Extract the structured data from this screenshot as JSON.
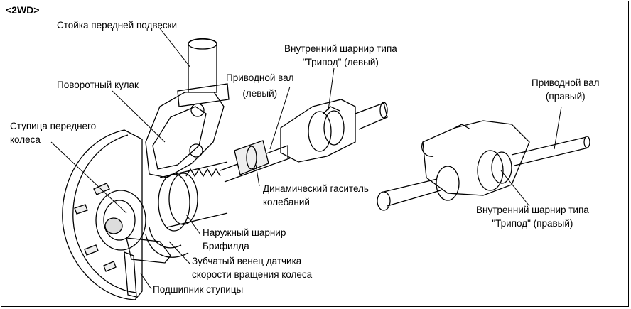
{
  "tag": "<2WD>",
  "labels": {
    "strut": "Стойка передней подвески",
    "knuckle": "Поворотный кулак",
    "hub": [
      "Ступица переднего",
      "колеса"
    ],
    "shaft_left": [
      "Приводной вал",
      "(левый)"
    ],
    "tripod_left": [
      "Внутренний шарнир типа",
      "\"Трипод\" (левый)"
    ],
    "shaft_right": [
      "Приводной вал",
      "(правый)"
    ],
    "damper": [
      "Динамический гаситель",
      "колебаний"
    ],
    "outer_joint": [
      "Наружный шарнир",
      "Брифилда"
    ],
    "tone_wheel": [
      "Зубчатый венец датчика",
      "скорости вращения колеса"
    ],
    "bearing": "Подшипник ступицы",
    "tripod_right": [
      "Внутренний шарнир типа",
      "\"Трипод\" (правый)"
    ]
  }
}
